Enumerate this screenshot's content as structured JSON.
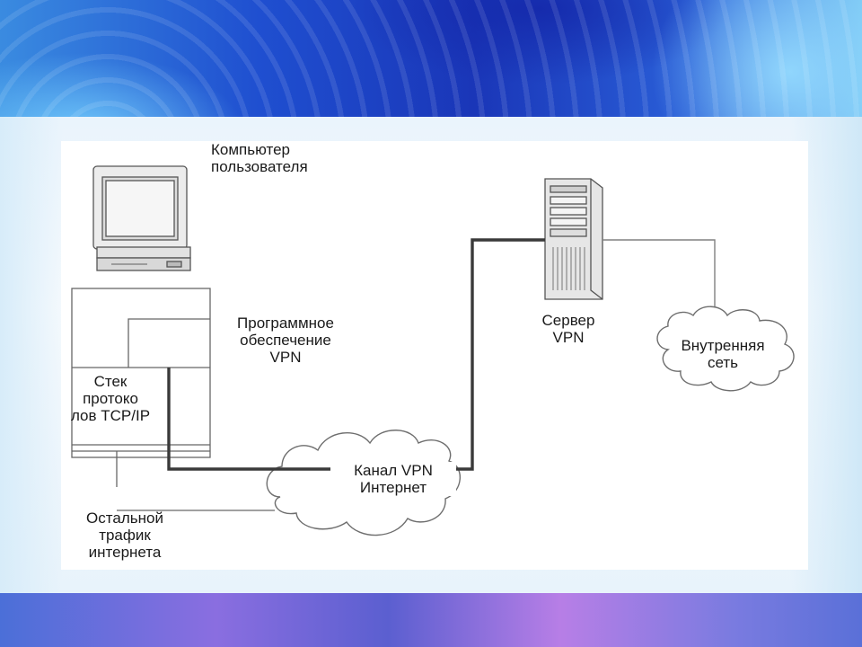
{
  "labels": {
    "user_computer": [
      "Компьютер",
      "пользователя"
    ],
    "vpn_software": [
      "Программное",
      "обеспечение",
      "VPN"
    ],
    "tcp_stack": [
      "Стек",
      "протоко",
      "лов TCP/IP"
    ],
    "vpn_channel": [
      "Канал VPN",
      "Интернет"
    ],
    "vpn_server": [
      "Сервер",
      "VPN"
    ],
    "internal_network": [
      "Внутренняя",
      "сеть"
    ],
    "other_traffic": [
      "Остальной",
      "трафик",
      "интернета"
    ]
  },
  "icons": {
    "computer": "desktop-computer-icon",
    "server": "server-tower-icon",
    "cloud": "cloud-icon"
  },
  "colors": {
    "line_thin": "#808080",
    "line_thick": "#3a3a3a",
    "outline": "#555555",
    "device_face": "#e8e8e8"
  }
}
